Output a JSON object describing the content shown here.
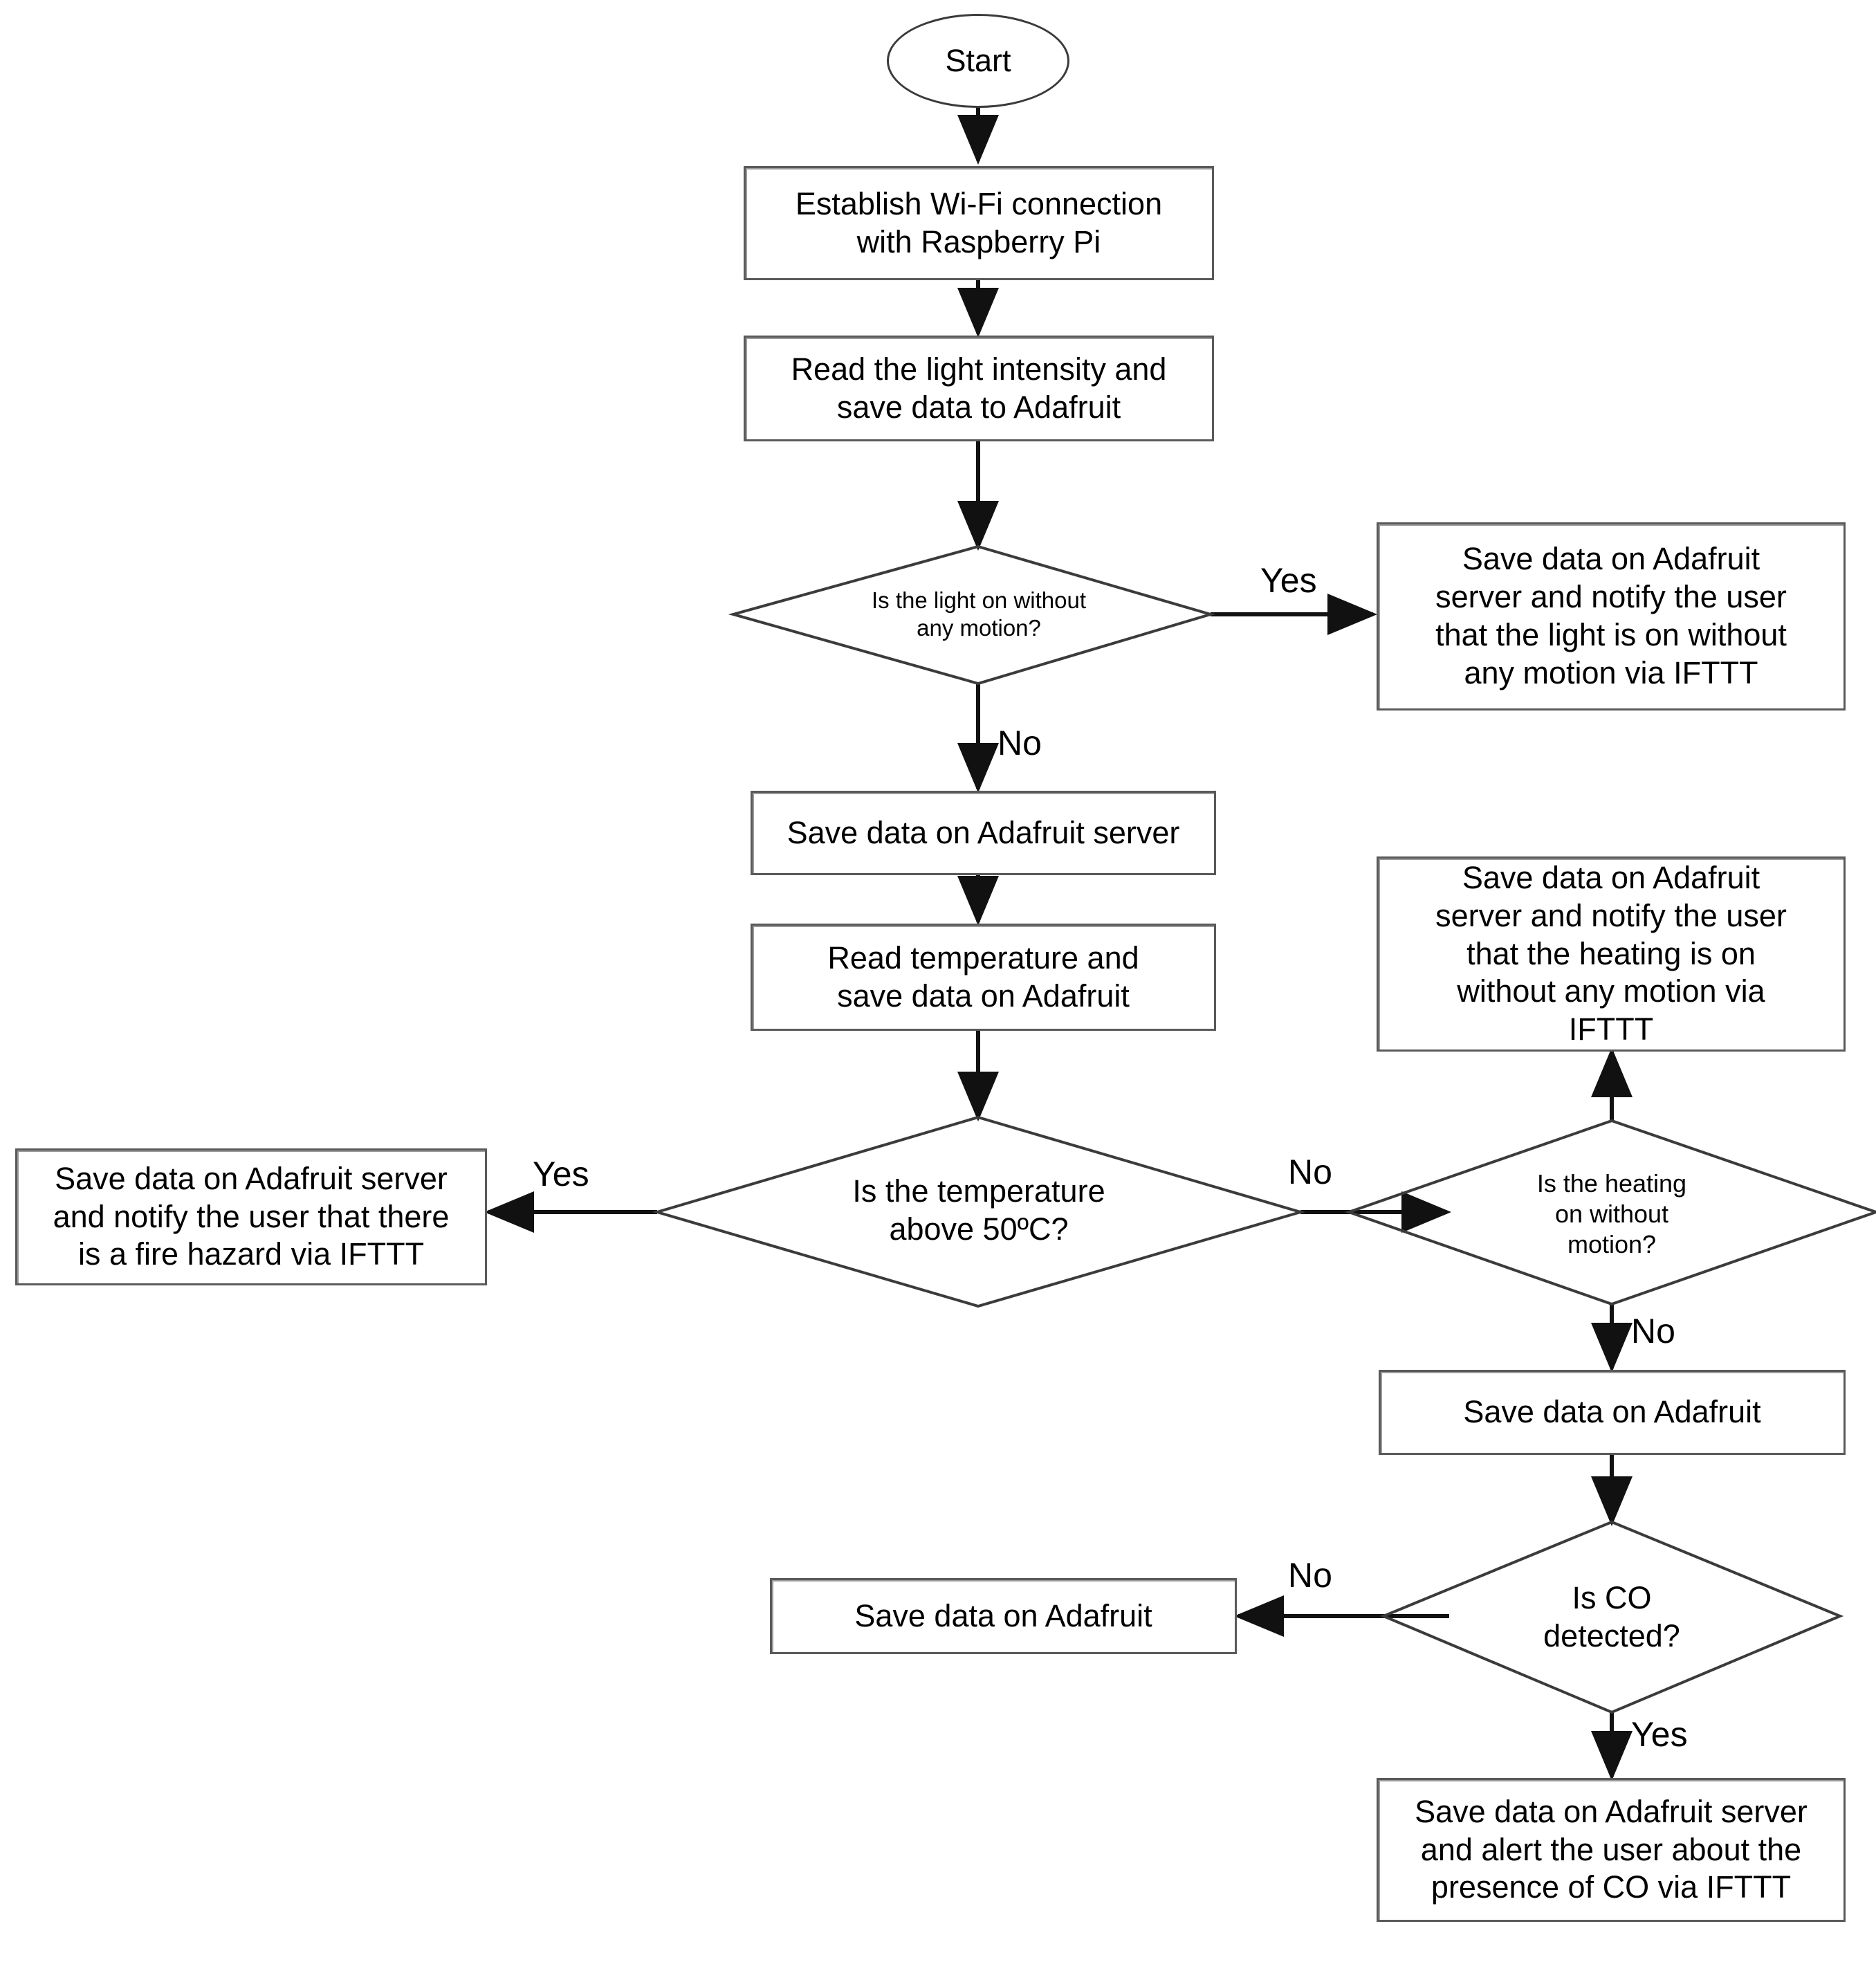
{
  "diagram": {
    "title": "IoT smart home monitoring flowchart",
    "stroke_color": "#3b3b3b",
    "box_border_color": "#5a5a5a",
    "background": "#ffffff"
  },
  "nodes": {
    "start": {
      "label": "Start",
      "shape": "terminator"
    },
    "wifi": {
      "label": "Establish Wi-Fi connection\nwith Raspberry Pi",
      "shape": "process"
    },
    "read_light": {
      "label": "Read the light intensity and\nsave data to Adafruit",
      "shape": "process"
    },
    "light_decision": {
      "label": "Is the light on without\nany motion?",
      "shape": "decision"
    },
    "light_notify": {
      "label": "Save data on Adafruit\nserver and notify the user\nthat the light is on without\nany motion via IFTTT",
      "shape": "process"
    },
    "save_server": {
      "label": "Save data on  Adafruit server",
      "shape": "process"
    },
    "read_temp": {
      "label": "Read temperature and\nsave data on Adafruit",
      "shape": "process"
    },
    "temp_decision": {
      "label": "Is the temperature\nabove 50ºC?",
      "shape": "decision"
    },
    "fire_notify": {
      "label": "Save data on Adafruit server\nand notify the user that there\nis a fire hazard via IFTTT",
      "shape": "process"
    },
    "heating_decision": {
      "label": "Is the heating\non without\nmotion?",
      "shape": "decision"
    },
    "heating_notify": {
      "label": "Save data on Adafruit\nserver and notify the user\nthat the heating is on\nwithout any motion via\nIFTTT",
      "shape": "process"
    },
    "save_adafruit_heating": {
      "label": "Save data on Adafruit",
      "shape": "process"
    },
    "co_decision": {
      "label": "Is CO\ndetected?",
      "shape": "decision"
    },
    "save_adafruit_co": {
      "label": "Save data on Adafruit",
      "shape": "process"
    },
    "co_alert": {
      "label": "Save data on Adafruit server\nand alert the user about the\npresence of CO via IFTTT",
      "shape": "process"
    }
  },
  "edge_labels": {
    "light_yes": "Yes",
    "light_no": "No",
    "temp_yes": "Yes",
    "temp_no": "No",
    "heating_no": "No",
    "co_no": "No",
    "co_yes": "Yes"
  }
}
